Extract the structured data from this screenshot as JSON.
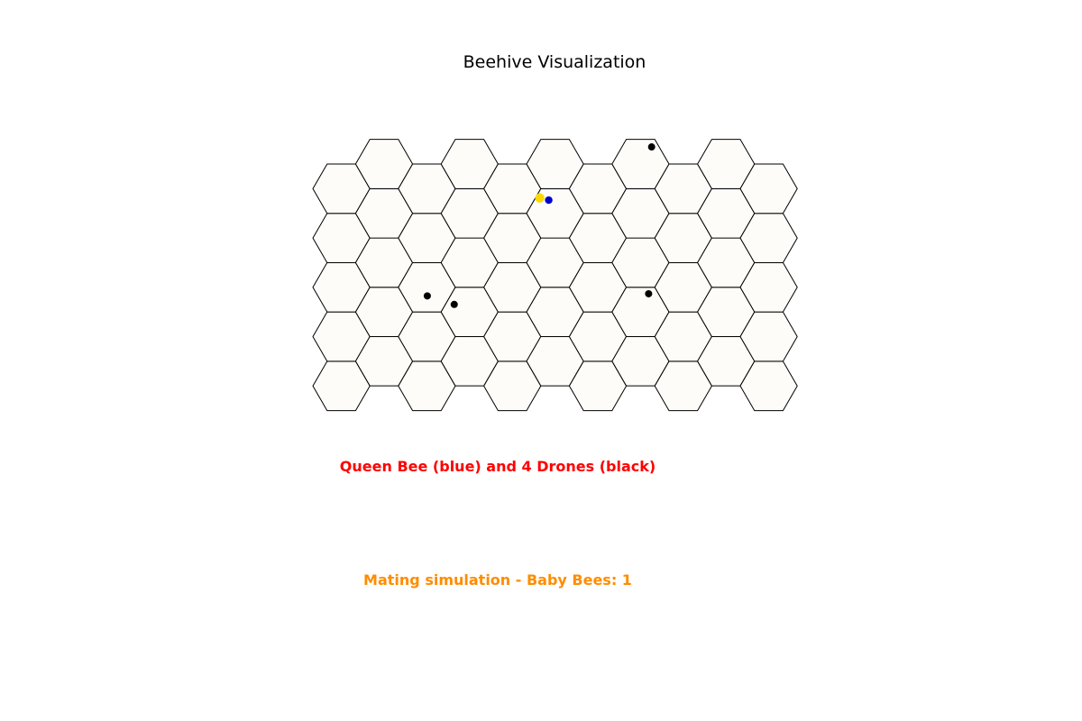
{
  "title": "Beehive Visualization",
  "caption_main": "Queen Bee (blue) and 4 Drones (black)",
  "caption_status": "Mating simulation - Baby Bees: 1",
  "colors": {
    "queen": "#0000cc",
    "drone": "#000000",
    "baby": "#ffd700",
    "cell_fill": "#fefcf9",
    "cell_stroke": "#000000",
    "caption_main": "#ff0000",
    "caption_status": "#ff8c00"
  },
  "chart_data": {
    "type": "scatter",
    "hive": {
      "columns": 11,
      "cells_per_column": 5
    },
    "series": [
      {
        "role": "queen",
        "color": "blue",
        "points": [
          [
            5.18,
            5.25
          ]
        ]
      },
      {
        "role": "drone",
        "color": "black",
        "points": [
          [
            3.15,
            3.0
          ],
          [
            3.6,
            2.8
          ],
          [
            6.9,
            6.5
          ],
          [
            6.85,
            3.05
          ]
        ]
      },
      {
        "role": "baby",
        "color": "yellow",
        "points": [
          [
            5.03,
            5.3
          ]
        ]
      }
    ],
    "xlim": [
      0.8,
      9.0
    ],
    "ylim": [
      0.0,
      7.2
    ]
  }
}
